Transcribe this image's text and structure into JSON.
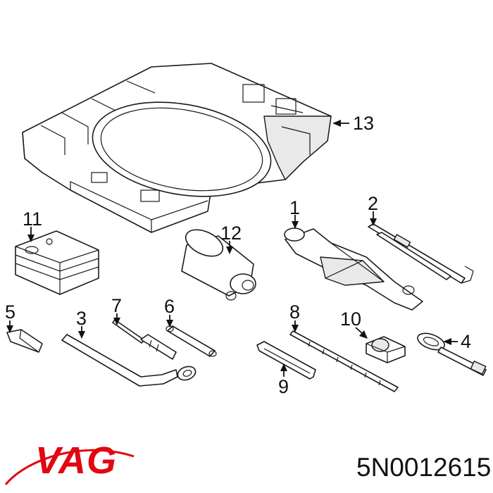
{
  "diagram": {
    "callouts": [
      "1",
      "2",
      "3",
      "4",
      "5",
      "6",
      "7",
      "8",
      "9",
      "10",
      "11",
      "12",
      "13"
    ]
  },
  "footer": {
    "brand": "VAG",
    "part_number": "5N0012615"
  },
  "colors": {
    "brand_red": "#e30613",
    "line": "#1a1a1a"
  }
}
